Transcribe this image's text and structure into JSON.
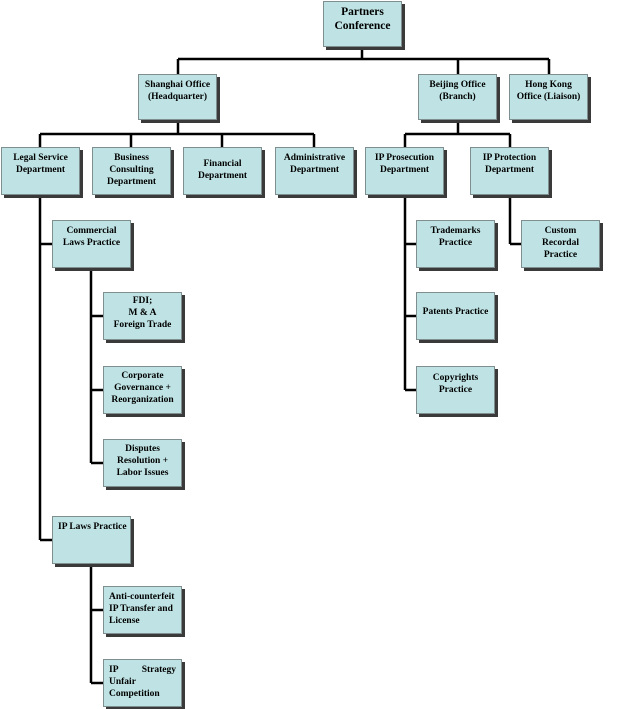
{
  "nodes": {
    "partners": [
      "Partners",
      "Conference"
    ],
    "shanghai": [
      "Shanghai Office",
      "(Headquarter)"
    ],
    "beijing": [
      "Beijing Office",
      "(Branch)"
    ],
    "hongkong": [
      "Hong Kong",
      "Office (Liaison)"
    ],
    "legal": [
      "Legal Service",
      "Department"
    ],
    "business": [
      "Business",
      "Consulting",
      "Department"
    ],
    "financial": [
      "Financial",
      "Department"
    ],
    "admin": [
      "Administrative",
      "Department"
    ],
    "ipprosecution": [
      "IP Prosecution",
      "Department"
    ],
    "ipprotection": [
      "IP Protection",
      "Department"
    ],
    "commercial": [
      "Commercial",
      "Laws Practice"
    ],
    "fdi": [
      "FDI;",
      "M & A",
      "Foreign Trade"
    ],
    "corporate": [
      "Corporate",
      "Governance +",
      "Reorganization"
    ],
    "disputes": [
      "Disputes",
      "Resolution +",
      "Labor Issues"
    ],
    "iplaws": [
      "IP Laws Practice"
    ],
    "anticounterfeit": [
      "Anti-counterfeit",
      "IP Transfer and",
      "License"
    ],
    "ipstrategy": [
      "IP Strategy",
      "Unfair",
      "Competition"
    ],
    "trademarks": [
      "Trademarks",
      "Practice"
    ],
    "patents": [
      "Patents Practice"
    ],
    "copyrights": [
      "Copyrights",
      "Practice"
    ],
    "custom": [
      "Custom",
      "Recordal",
      "Practice"
    ]
  }
}
